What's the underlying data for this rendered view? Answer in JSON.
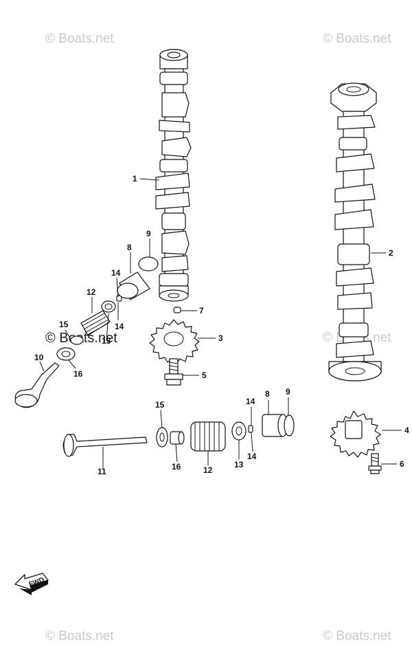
{
  "watermarks": {
    "top_left": "© Boats.net",
    "top_right": "© Boats.net",
    "middle_left": "© Boats.net",
    "middle_right": "© Boats.net",
    "bottom_left": "© Boats.net",
    "bottom_right": "© Boats.net"
  },
  "callouts": {
    "c1": "1",
    "c2": "2",
    "c3": "3",
    "c4": "4",
    "c5": "5",
    "c6": "6",
    "c7": "7",
    "c8a": "8",
    "c9a": "9",
    "c10": "10",
    "c11": "11",
    "c12a": "12",
    "c12b": "12",
    "c13a": "13",
    "c13b": "13",
    "c14a": "14",
    "c14b": "14",
    "c14c": "14",
    "c14d": "14",
    "c15a": "15",
    "c15b": "15",
    "c16a": "16",
    "c16b": "16",
    "c8b": "8",
    "c9b": "9"
  },
  "fwd_arrow": {
    "label": "FWD",
    "icon": "fwd-arrow-icon"
  }
}
